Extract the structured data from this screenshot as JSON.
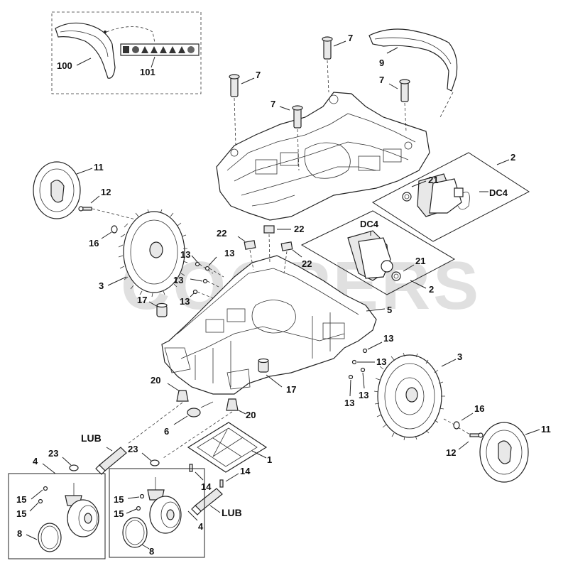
{
  "watermark": "COOPERS",
  "labels": {
    "p100": "100",
    "p101": "101",
    "p7a": "7",
    "p7b": "7",
    "p7c": "7",
    "p7d": "7",
    "p9": "9",
    "p2a": "2",
    "p2b": "2",
    "p21a": "21",
    "p21b": "21",
    "dc4a": "DC4",
    "dc4b": "DC4",
    "p11a": "11",
    "p11b": "11",
    "p12a": "12",
    "p12b": "12",
    "p16a": "16",
    "p16b": "16",
    "p3a": "3",
    "p3b": "3",
    "p22a": "22",
    "p22b": "22",
    "p22c": "22",
    "p13a": "13",
    "p13b": "13",
    "p13c": "13",
    "p13d": "13",
    "p13e": "13",
    "p13f": "13",
    "p13g": "13",
    "p13h": "13",
    "p17a": "17",
    "p17b": "17",
    "p5": "5",
    "p20a": "20",
    "p20b": "20",
    "p6": "6",
    "lub1": "LUB",
    "lub2": "LUB",
    "p23a": "23",
    "p23b": "23",
    "p1": "1",
    "p14a": "14",
    "p14b": "14",
    "p4a": "4",
    "p4b": "4",
    "p15a": "15",
    "p15b": "15",
    "p15c": "15",
    "p15d": "15",
    "p8a": "8",
    "p8b": "8"
  }
}
